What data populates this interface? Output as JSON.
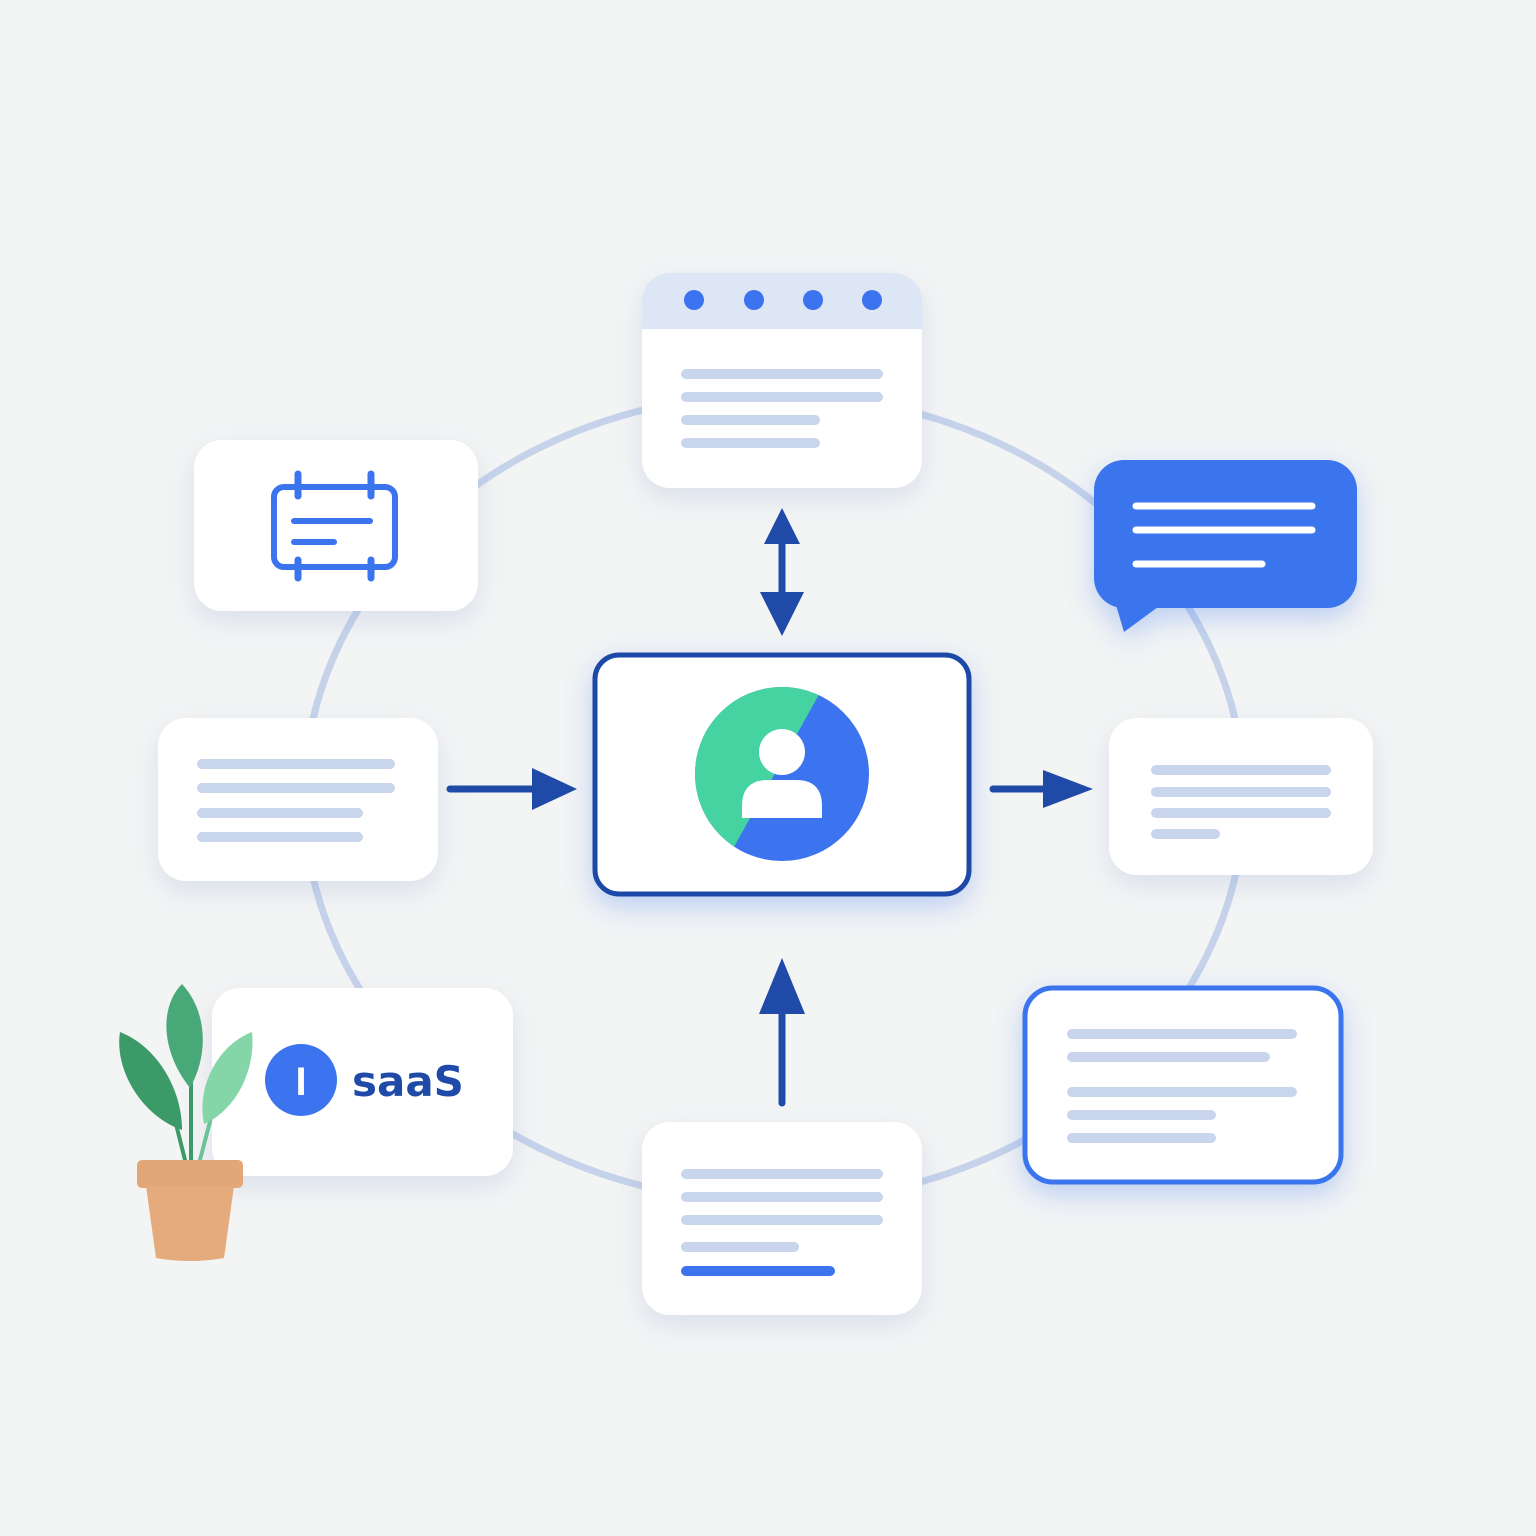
{
  "brand": {
    "mark": "I",
    "name": "saaS"
  },
  "nodes": {
    "center": {
      "icon": "user-avatar-icon"
    },
    "top": {
      "icon": "browser-window-icon",
      "tab_dots": 4
    },
    "top_left": {
      "icon": "calendar-icon"
    },
    "top_right": {
      "icon": "chat-bubble-icon"
    },
    "left": {
      "icon": "text-lines-icon"
    },
    "right": {
      "icon": "text-lines-icon"
    },
    "bottom_left": {
      "icon": "brand-logo"
    },
    "bottom": {
      "icon": "text-lines-icon"
    },
    "bottom_right": {
      "icon": "text-lines-icon"
    }
  },
  "decoration": {
    "icon": "potted-plant-icon"
  },
  "colors": {
    "background": "#f3f4f4",
    "card": "#ffffff",
    "primary_blue": "#3b74ee",
    "navy": "#1f4aa8",
    "ring": "#c5d2ea",
    "text_line": "#c9d5ed",
    "tab_bar": "#dde6f5",
    "avatar_green": "#45d3a1",
    "plant_dark": "#3b9a68",
    "plant_light": "#84d6a9",
    "pot": "#e2a677"
  }
}
